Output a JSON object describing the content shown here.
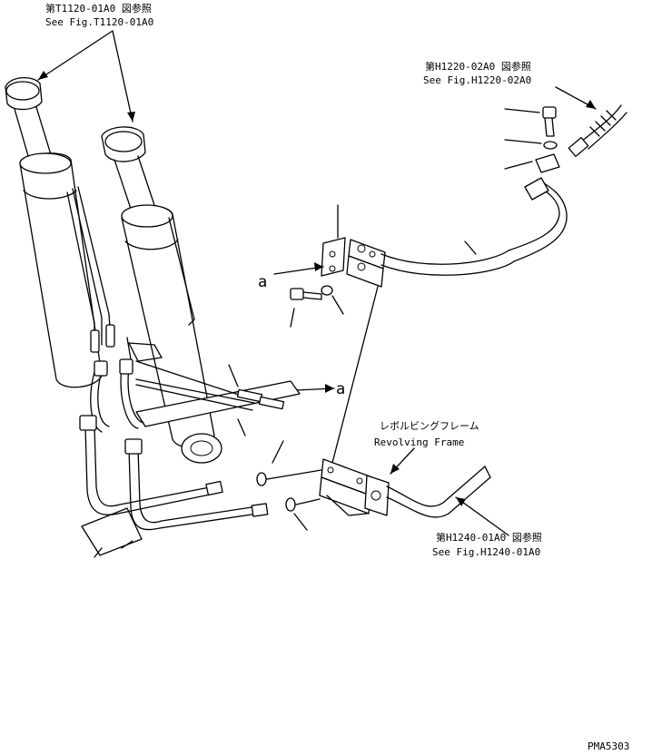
{
  "refs": {
    "top_left": {
      "jp": "第T1120-01A0 図参照",
      "en": "See Fig.T1120-01A0"
    },
    "top_right": {
      "jp": "第H1220-02A0 図参照",
      "en": "See Fig.H1220-02A0"
    },
    "frame": {
      "jp": "レボルビングフレーム",
      "en": "Revolving Frame"
    },
    "bottom_right": {
      "jp": "第H1240-01A0 図参照",
      "en": "See Fig.H1240-01A0"
    }
  },
  "markers": {
    "a_upper": "a",
    "a_lower": "a"
  },
  "drawing_code": "PMA5303"
}
